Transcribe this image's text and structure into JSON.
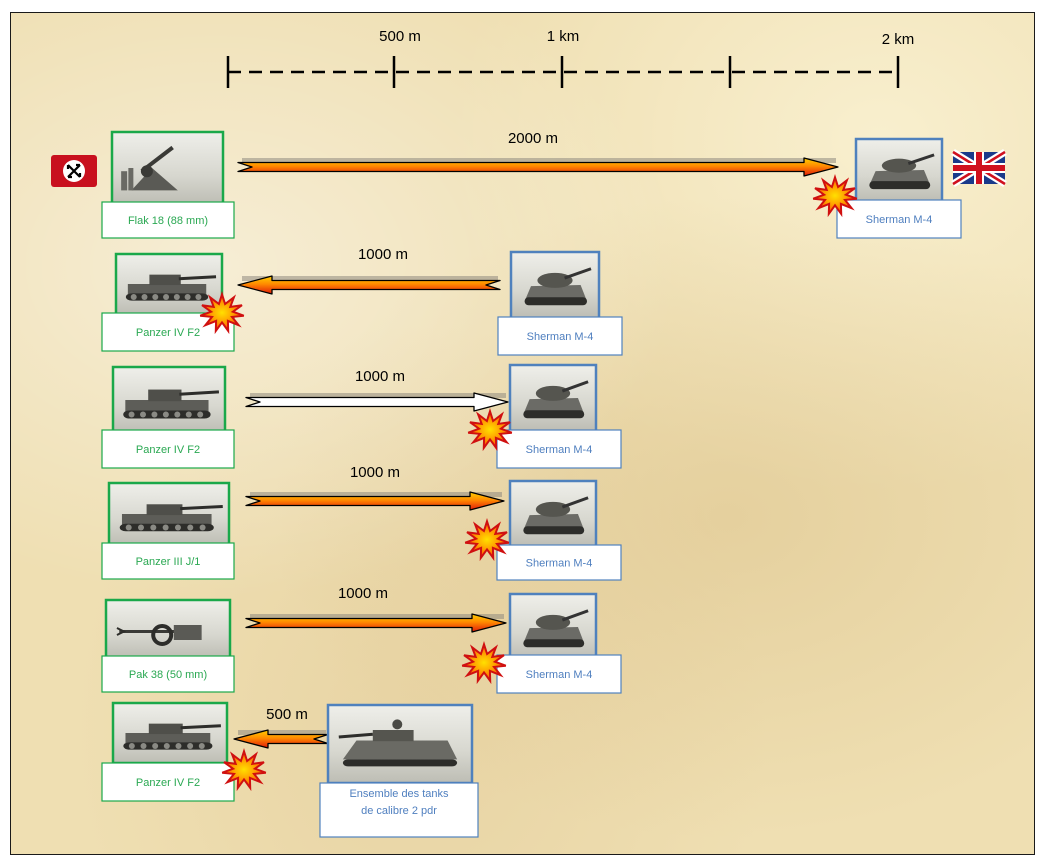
{
  "scale": {
    "ticks": [
      {
        "label": ""
      },
      {
        "label": "500 m"
      },
      {
        "label": "1 km"
      },
      {
        "label": ""
      },
      {
        "label": "2 km"
      }
    ]
  },
  "flags": {
    "german": "nazi-flag",
    "british": "union-jack"
  },
  "engagements": [
    {
      "left_label": "Flak 18 (88 mm)",
      "right_label": "Sherman M-4",
      "range_label": "2000 m",
      "direction": "right",
      "hit": "right",
      "shot_style": "fire"
    },
    {
      "left_label": "Panzer IV F2",
      "right_label": "Sherman M-4",
      "range_label": "1000 m",
      "direction": "left",
      "hit": "left",
      "shot_style": "fire"
    },
    {
      "left_label": "Panzer IV F2",
      "right_label": "Sherman M-4",
      "range_label": "1000 m",
      "direction": "right",
      "hit": "right",
      "shot_style": "outline"
    },
    {
      "left_label": "Panzer III J/1",
      "right_label": "Sherman M-4",
      "range_label": "1000 m",
      "direction": "right",
      "hit": "right",
      "shot_style": "fire"
    },
    {
      "left_label": "Pak 38 (50 mm)",
      "right_label": "Sherman M-4",
      "range_label": "1000 m",
      "direction": "right",
      "hit": "right",
      "shot_style": "fire"
    },
    {
      "left_label": "Panzer IV F2",
      "right_label_lines": [
        "Ensemble des tanks",
        "de calibre 2 pdr"
      ],
      "range_label": "500 m",
      "direction": "left",
      "hit": "left",
      "shot_style": "fire"
    }
  ],
  "colors": {
    "axis_german": "#1aa84a",
    "axis_allied": "#4f81bd",
    "shot_fire_outer": "#d01010",
    "shot_fire_inner": "#ffb000",
    "explosion_outer": "#e01010",
    "explosion_inner": "#ffc000",
    "background": "#efdfb2"
  }
}
